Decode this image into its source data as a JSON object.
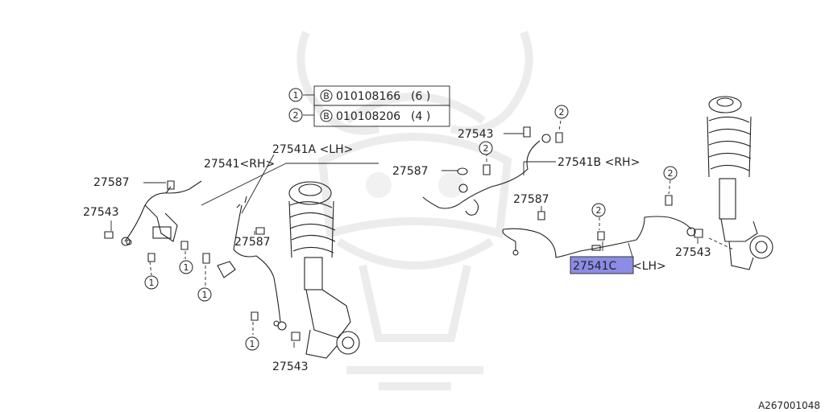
{
  "legend": {
    "rows": [
      {
        "num": "1",
        "code": "B",
        "part": "010108166",
        "qty": "(6  )"
      },
      {
        "num": "2",
        "code": "B",
        "part": "010108206",
        "qty": "(4  )"
      }
    ]
  },
  "labels": {
    "p27541A": "27541A <LH>",
    "p27541": "27541<RH>",
    "p27587_a": "27587",
    "p27543_a": "27543",
    "p27587_b": "27587",
    "p27543_b": "27543",
    "p27543_c": "27543",
    "p27541B": "27541B <RH>",
    "p27587_c": "27587",
    "p27587_d": "27587",
    "p27541C_num": "27541C",
    "p27541C_side": "<LH>",
    "p27543_d": "27543"
  },
  "callouts": {
    "c1_a": "1",
    "c1_b": "1",
    "c1_c": "1",
    "c1_d": "1",
    "c2_a": "2",
    "c2_b": "2",
    "c2_c": "2",
    "c2_d": "2"
  },
  "highlight_color": "#8c8ce6",
  "figure_id": "A267001048"
}
